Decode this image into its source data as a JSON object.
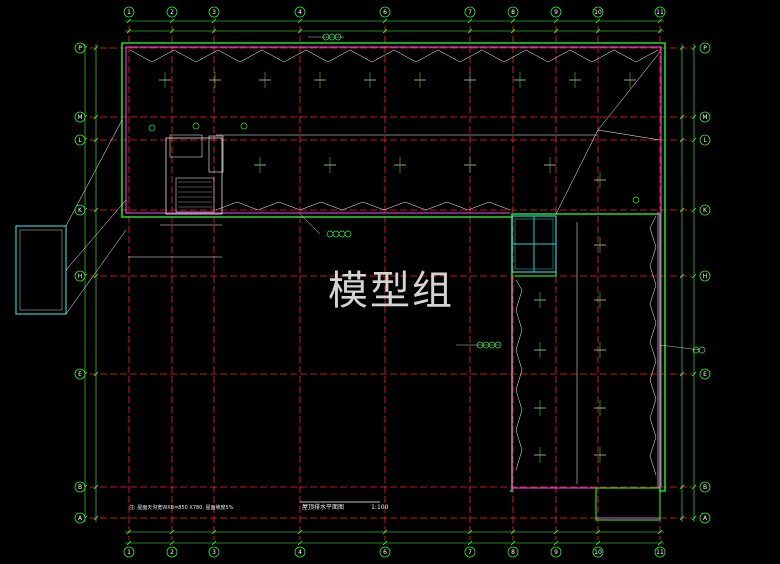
{
  "watermark": "模型组",
  "plan": {
    "title": "屋顶排水平面图",
    "scale": "1:100",
    "note": "注: 屋面天沟宽WXB=850 X780, 屋面坡度5%"
  },
  "grid": {
    "columns": [
      "1",
      "2",
      "3",
      "4",
      "6",
      "7",
      "8",
      "9",
      "10",
      "11"
    ],
    "rows": [
      "P",
      "M",
      "L",
      "K",
      "H",
      "E",
      "B",
      "A"
    ]
  },
  "colors": {
    "background": "#000000",
    "wall": "#22dd22",
    "axis": "#ff2222",
    "dimension": "#44ff44",
    "parapet": "#ff44ff",
    "bubble": "#33ee33",
    "annotation": "#ffffff",
    "cyan": "#33cccc"
  }
}
